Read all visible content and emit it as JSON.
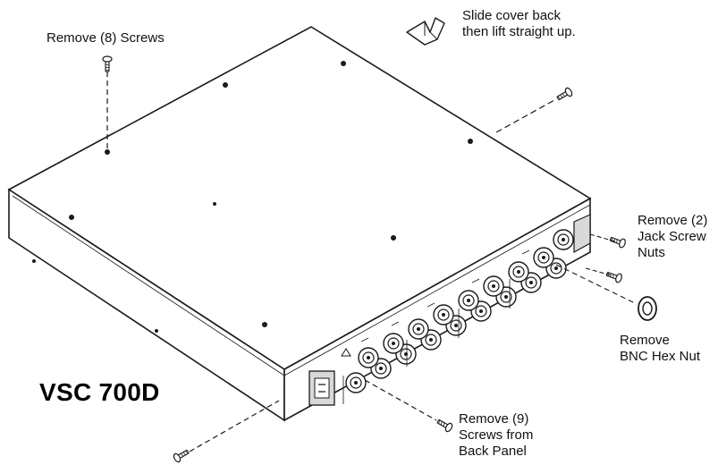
{
  "model_label": "VSC 700D",
  "callouts": {
    "top_screws": [
      "Remove (8) Screws"
    ],
    "slide_cover": [
      "Slide cover back",
      "then lift straight up."
    ],
    "jack_screws": [
      "Remove (2)",
      "Jack Screw",
      "Nuts"
    ],
    "bnc_hex_nut": [
      "Remove",
      "BNC Hex Nut"
    ],
    "back_panel_screws": [
      "Remove (9)",
      "Screws from",
      "Back Panel"
    ]
  },
  "icons": {
    "slide_cover": "slide-cover-arrow-icon",
    "screw": "screw-icon",
    "hex_nut": "hex-nut-icon",
    "jack_screw": "jack-screw-icon"
  },
  "colors": {
    "line": "#1a1a1a",
    "panel_gray": "#d9d9d9",
    "background": "#ffffff"
  }
}
